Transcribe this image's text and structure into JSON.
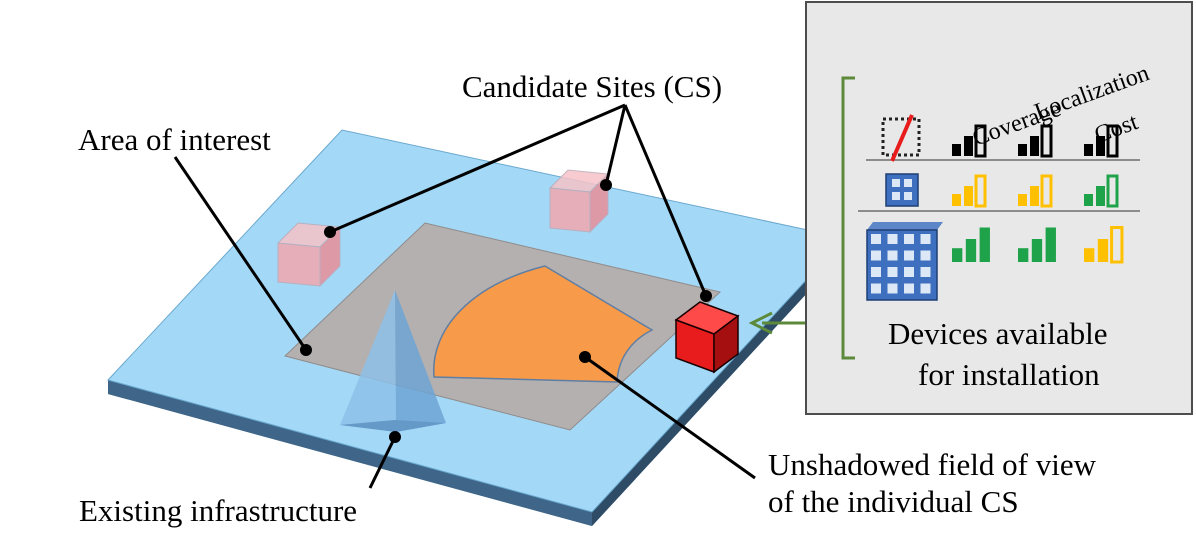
{
  "labels": {
    "candidate_sites": "Candidate Sites (CS)",
    "area_of_interest": "Area of interest",
    "existing_infrastructure": "Existing infrastructure",
    "unshadowed_line1": "Unshadowed field of view",
    "unshadowed_line2": "of the individual CS"
  },
  "panel": {
    "headers": {
      "coverage": "Coverage",
      "localization": "Localization",
      "cost": "Cost"
    },
    "caption_line1": "Devices available",
    "caption_line2": "for installation",
    "rows": [
      {
        "device": "no-device",
        "coverage": "black",
        "localization": "black",
        "cost": "black"
      },
      {
        "device": "small-array",
        "coverage": "yellow",
        "localization": "yellow",
        "cost": "green"
      },
      {
        "device": "large-array",
        "coverage": "green",
        "localization": "green",
        "cost": "yellow"
      }
    ]
  },
  "colors": {
    "ground": "#a3d9f7",
    "ground_edge": "#4a7399",
    "area": "#b4b0b0",
    "field_of_view": "#f79a4a",
    "infrastructure": "#7fb1dc",
    "candidate_site_faded": "#f2a7ae",
    "candidate_site_selected": "#e81c1c",
    "panel_bg": "#e8e8e8",
    "bracket": "#5c8a3a",
    "black": "#000000",
    "yellow": "#ffc000",
    "green": "#1ea34a"
  }
}
